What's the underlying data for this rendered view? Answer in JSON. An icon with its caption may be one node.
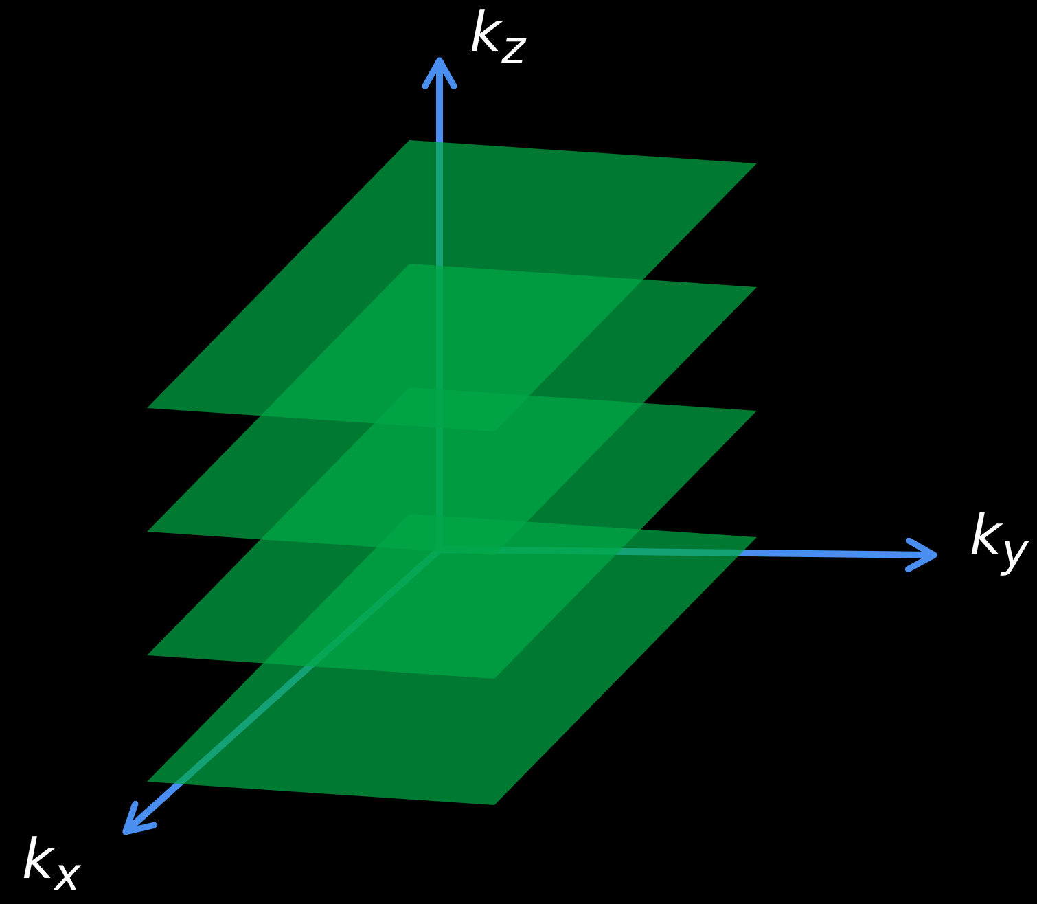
{
  "diagram": {
    "labels": [
      "k$_{z}$",
      "k$_{y}$",
      "k$_{x}$"
    ]
  }
}
